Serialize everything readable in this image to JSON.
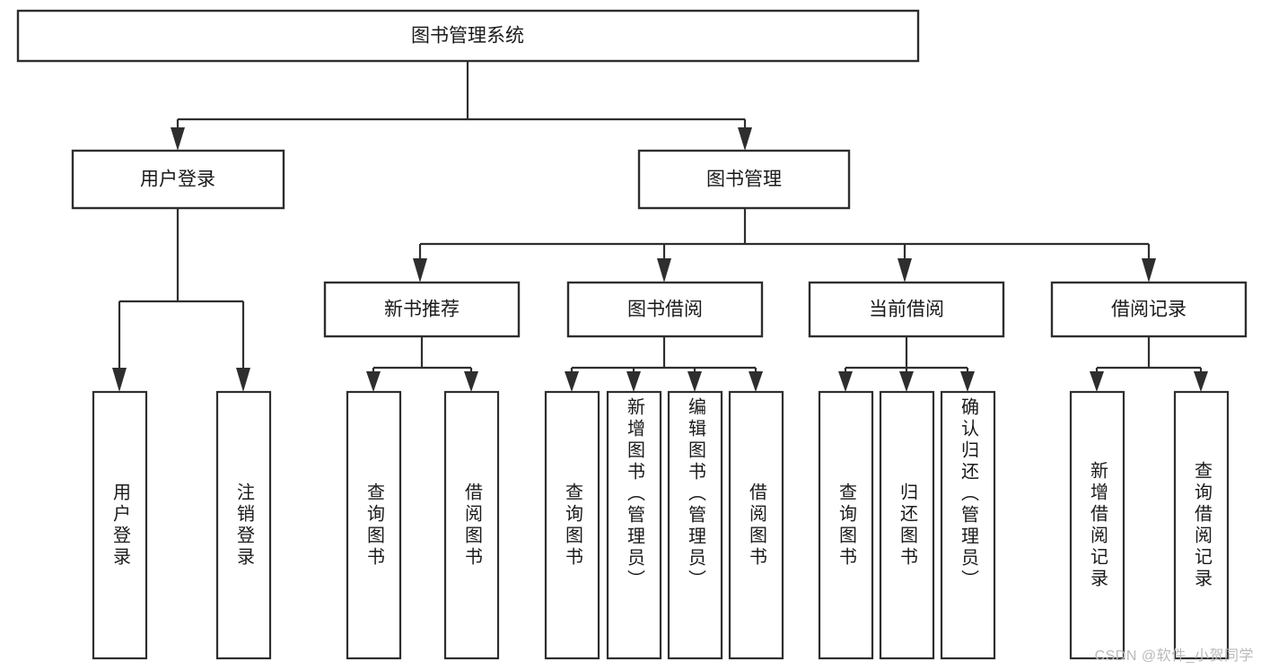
{
  "diagram": {
    "type": "tree",
    "title": "图书管理系统",
    "watermark": "CSDN @软件_小贺同学",
    "root": {
      "label": "图书管理系统"
    },
    "level2": [
      {
        "label": "用户登录"
      },
      {
        "label": "图书管理"
      }
    ],
    "level3": [
      {
        "label": "新书推荐"
      },
      {
        "label": "图书借阅"
      },
      {
        "label": "当前借阅"
      },
      {
        "label": "借阅记录"
      }
    ],
    "leaves": {
      "user_login": [
        {
          "label": "用户登录"
        },
        {
          "label": "注销登录"
        }
      ],
      "new_book_recommend": [
        {
          "label": "查询图书"
        },
        {
          "label": "借阅图书"
        }
      ],
      "book_borrow": [
        {
          "label": "查询图书"
        },
        {
          "label": "新增图书（管理员）"
        },
        {
          "label": "编辑图书（管理员）"
        },
        {
          "label": "借阅图书"
        }
      ],
      "current_borrow": [
        {
          "label": "查询图书"
        },
        {
          "label": "归还图书"
        },
        {
          "label": "确认归还（管理员）"
        }
      ],
      "borrow_record": [
        {
          "label": "新增借阅记录"
        },
        {
          "label": "查询借阅记录"
        }
      ]
    },
    "colors": {
      "stroke": "#2e2e2e",
      "fill": "#ffffff",
      "text": "#1a1a1a",
      "watermark": "#b9b9b9"
    }
  }
}
